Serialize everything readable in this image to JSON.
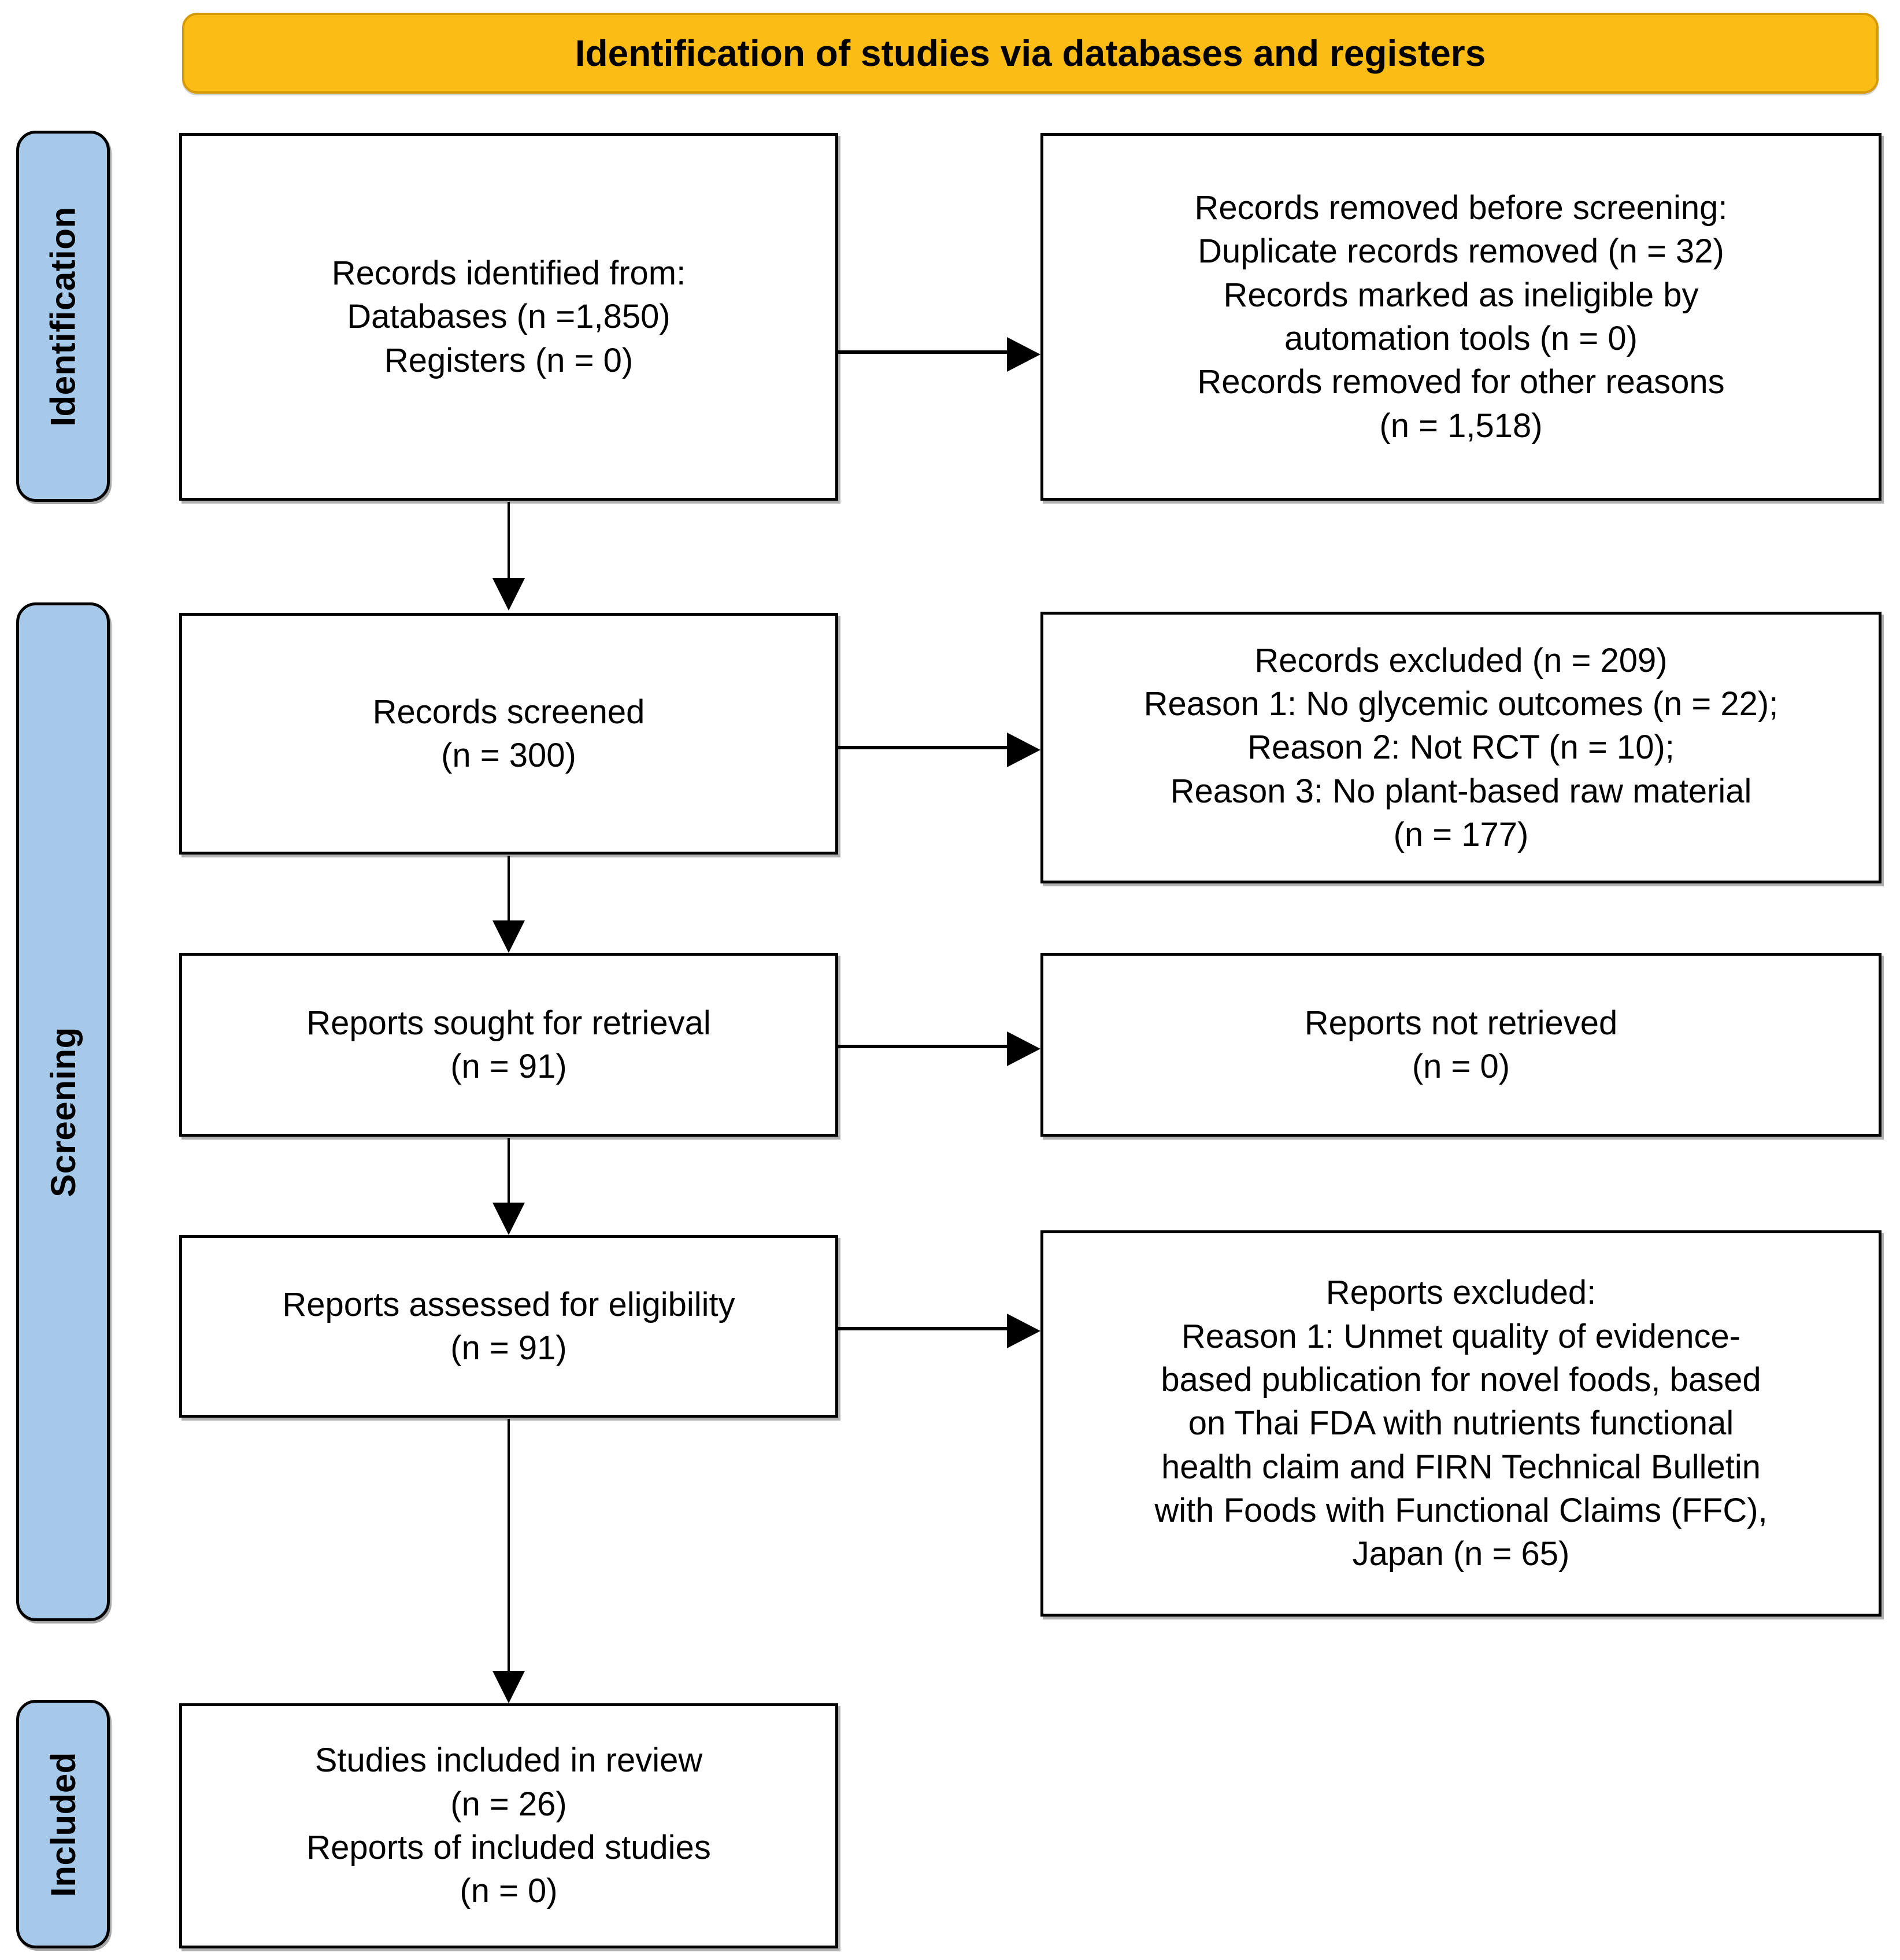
{
  "banner": {
    "title": "Identification of studies via databases and registers",
    "fill_color": "#FBBC15",
    "border_color": "#D79A07"
  },
  "stages": [
    {
      "key": "identification",
      "label": "Identification",
      "fill_color": "#A6C9E9"
    },
    {
      "key": "screening",
      "label": "Screening",
      "fill_color": "#A6C9E9"
    },
    {
      "key": "included",
      "label": "Included",
      "fill_color": "#A6C9E9"
    }
  ],
  "boxes": {
    "identified": {
      "text": "Records identified from:\nDatabases (n =1,850)\nRegisters (n = 0)",
      "lines": [
        "Records identified from:",
        "Databases (n =1,850)",
        "Registers (n = 0)"
      ]
    },
    "removed_before_screening": {
      "text": "Records removed before screening:\nDuplicate records removed (n = 32)\nRecords marked as ineligible by\nautomation tools (n = 0)\nRecords removed for other reasons\n(n = 1,518)",
      "lines": [
        "Records removed before screening:",
        "Duplicate records removed (n = 32)",
        "Records marked as ineligible by",
        "automation tools (n = 0)",
        "Records removed for other reasons",
        "(n = 1,518)"
      ]
    },
    "records_screened": {
      "text": "Records screened\n(n = 300)",
      "lines": [
        "Records screened",
        "(n = 300)"
      ]
    },
    "records_excluded": {
      "text": "Records excluded (n = 209)\nReason 1: No glycemic outcomes (n = 22);\nReason 2: Not RCT (n = 10);\nReason 3: No plant-based raw material\n(n = 177)",
      "lines": [
        "Records excluded (n = 209)",
        "Reason 1: No glycemic outcomes (n = 22);",
        "Reason 2: Not RCT (n = 10);",
        "Reason 3: No plant-based raw material",
        "(n = 177)"
      ]
    },
    "reports_sought": {
      "text": "Reports sought for retrieval\n(n = 91)",
      "lines": [
        "Reports sought for retrieval",
        "(n = 91)"
      ]
    },
    "reports_not_retrieved": {
      "text": "Reports not retrieved\n(n = 0)",
      "lines": [
        "Reports not retrieved",
        "(n = 0)"
      ]
    },
    "reports_assessed": {
      "text": "Reports assessed for eligibility\n(n = 91)",
      "lines": [
        "Reports assessed for eligibility",
        "(n = 91)"
      ]
    },
    "reports_excluded": {
      "text": "Reports excluded:\nReason 1: Unmet quality of evidence-\nbased publication for novel foods, based\non Thai FDA with nutrients functional\nhealth claim and FIRN Technical Bulletin\nwith Foods with Functional Claims (FFC),\nJapan (n = 65)",
      "lines": [
        "Reports excluded:",
        "Reason 1: Unmet quality of evidence-",
        "based publication for novel foods, based",
        "on Thai FDA with nutrients functional",
        "health claim and FIRN Technical Bulletin",
        "with Foods with Functional Claims (FFC),",
        "Japan (n = 65)"
      ]
    },
    "studies_included": {
      "text": "Studies included in review\n(n = 26)\nReports of included studies\n(n = 0)",
      "lines": [
        "Studies included in review",
        "(n = 26)",
        "Reports of included studies",
        "(n = 0)"
      ]
    }
  },
  "counts": {
    "databases": "1,850",
    "registers": "0",
    "duplicates_removed": "32",
    "ineligible_automation": "0",
    "removed_other_reasons": "1,518",
    "records_screened": "300",
    "records_excluded": "209",
    "reason1_no_glycemic_outcomes": "22",
    "reason2_not_rct": "10",
    "reason3_no_plant_based": "177",
    "reports_sought": "91",
    "reports_not_retrieved": "0",
    "reports_assessed": "91",
    "reports_excluded": "65",
    "studies_included": "26",
    "reports_of_included_studies": "0"
  }
}
